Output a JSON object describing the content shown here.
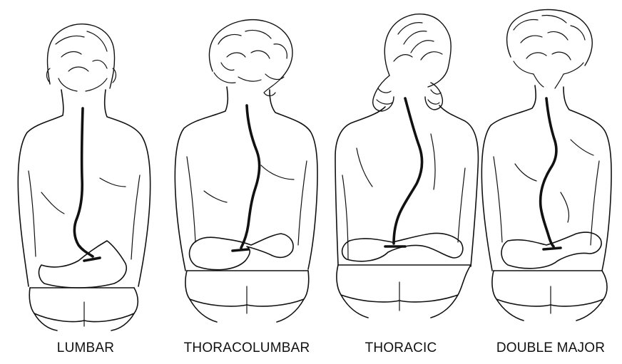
{
  "figures": [
    {
      "label": "LUMBAR"
    },
    {
      "label": "THORACOLUMBAR"
    },
    {
      "label": "THORACIC"
    },
    {
      "label": "DOUBLE MAJOR"
    }
  ]
}
